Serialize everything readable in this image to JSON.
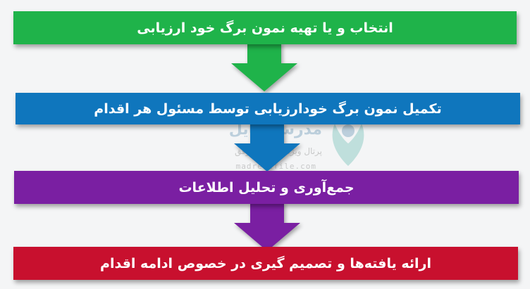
{
  "steps": [
    {
      "label": "انتخاب و یا تهیه نمون برگ خود ارزیابی",
      "color": "#1fb34a"
    },
    {
      "label": "تکمیل نمون برگ خودارزیابی توسط مسئول هر اقدام",
      "color": "#0f76bd"
    },
    {
      "label": "جمع‌آوری و تحلیل اطلاعات",
      "color": "#7a1fa2"
    },
    {
      "label": "ارائه یافته‌ها و تصمیم گیری در خصوص ادامه اقدام",
      "color": "#c8102e"
    }
  ],
  "arrows": [
    {
      "color": "#1fb34a"
    },
    {
      "color": "#0f76bd"
    },
    {
      "color": "#7a1fa2"
    }
  ],
  "watermark": {
    "title": "مدرسه فایل",
    "subtitle": "پرتال ویژه مدارس موفق",
    "url": "madresefile.com"
  }
}
